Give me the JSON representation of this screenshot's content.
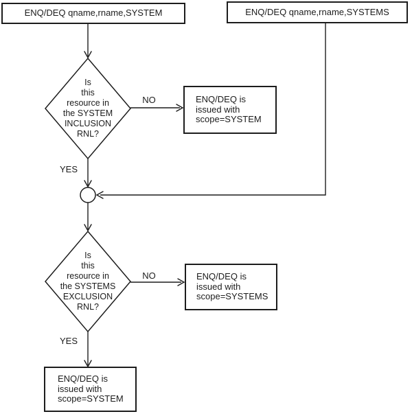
{
  "nodes": {
    "start_system": {
      "label": "ENQ/DEQ qname,rname,SYSTEM"
    },
    "start_systems": {
      "label": "ENQ/DEQ qname,rname,SYSTEMS"
    },
    "decision_inclusion": {
      "text": "Is\nthis\nresource in\nthe SYSTEM\nINCLUSION\nRNL?"
    },
    "result_system_top": {
      "text": "ENQ/DEQ is\nissued with\nscope=SYSTEM"
    },
    "decision_exclusion": {
      "text": "Is\nthis\nresource in\nthe SYSTEMS\nEXCLUSION\nRNL?"
    },
    "result_systems": {
      "text": "ENQ/DEQ is\nissued with\nscope=SYSTEMS"
    },
    "result_system_bottom": {
      "text": "ENQ/DEQ is\nissued with\nscope=SYSTEM"
    }
  },
  "edges": {
    "inclusion_no_label": "NO",
    "inclusion_yes_label": "YES",
    "exclusion_no_label": "NO",
    "exclusion_yes_label": "YES"
  },
  "colors": {
    "line": "#1c1c1c",
    "text": "#1c1c1c",
    "background": "#ffffff"
  }
}
